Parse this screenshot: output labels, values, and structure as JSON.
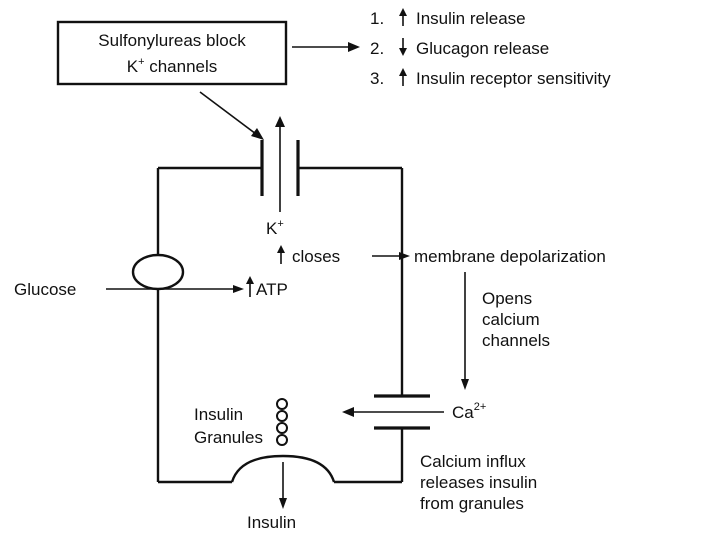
{
  "box": {
    "line1": "Sulfonylureas block",
    "line2_main": "K",
    "line2_sup": "+",
    "line2_rest": " channels"
  },
  "effects": [
    {
      "num": "1.",
      "arrow": "up",
      "text": "Insulin release"
    },
    {
      "num": "2.",
      "arrow": "down",
      "text": "Glucagon release"
    },
    {
      "num": "3.",
      "arrow": "up",
      "text": "Insulin receptor sensitivity"
    }
  ],
  "labels": {
    "k_ion": "K",
    "k_sup": "+",
    "closes": "closes",
    "depolarization": "membrane depolarization",
    "glucose": "Glucose",
    "atp": "ATP",
    "opens_1": "Opens",
    "opens_2": "calcium",
    "opens_3": "channels",
    "ca_ion": "Ca",
    "ca_sup": "2+",
    "insulin_granules_1": "Insulin",
    "insulin_granules_2": "Granules",
    "influx_1": "Calcium influx",
    "influx_2": "releases insulin",
    "influx_3": "from granules",
    "insulin_out": "Insulin"
  }
}
